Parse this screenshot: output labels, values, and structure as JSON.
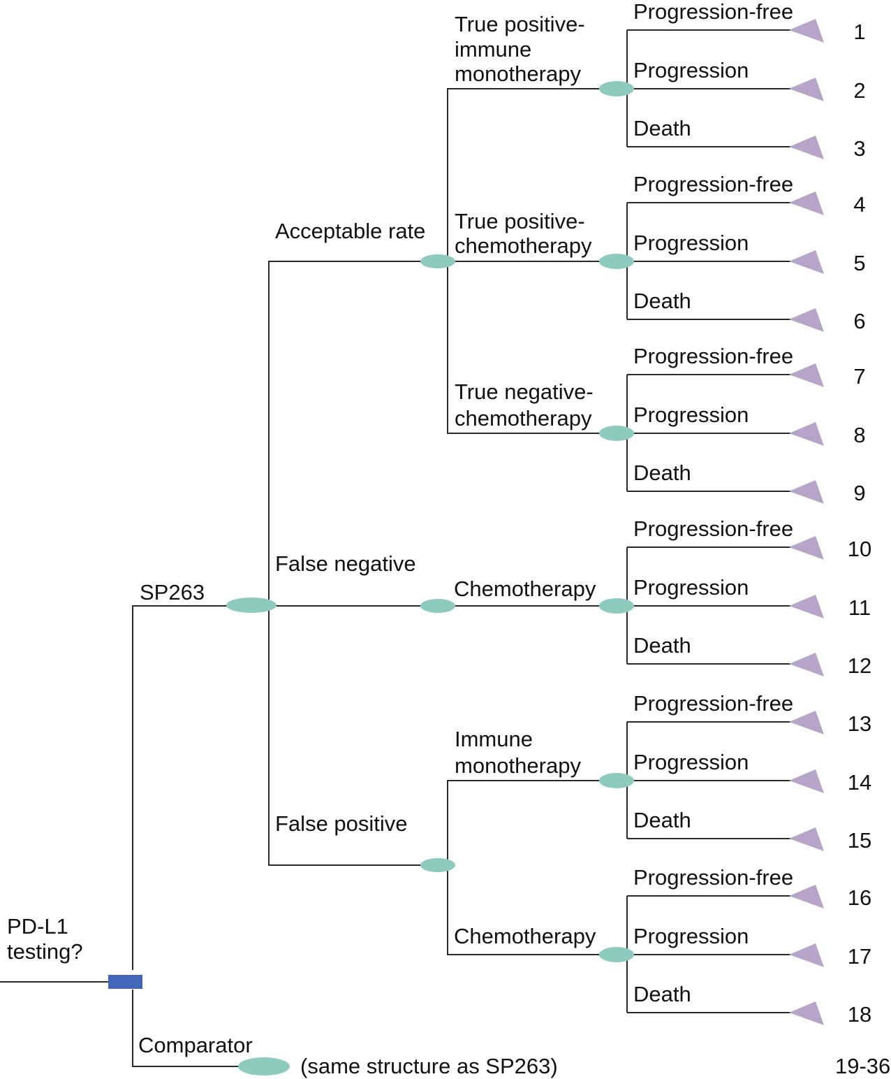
{
  "colors": {
    "line": "#2a2a2a",
    "decision": "#4466b8",
    "chance": "#8ecbbf",
    "terminal": "#b7a5c9",
    "text": "#111111"
  },
  "root": {
    "label_line1": "PD-L1",
    "label_line2": "testing?"
  },
  "strategies": {
    "sp263": "SP263",
    "comparator": "Comparator",
    "comparator_note": "(same structure as SP263)",
    "comparator_range": "19-36"
  },
  "test_results": {
    "acceptable": "Acceptable rate",
    "false_negative": "False negative",
    "false_positive": "False positive"
  },
  "treatments": {
    "tp_immune": [
      "True positive-",
      "immune",
      "monotherapy"
    ],
    "tp_chemo": [
      "True positive-",
      "chemotherapy"
    ],
    "tn_chemo": [
      "True negative-",
      "chemotherapy"
    ],
    "fn_chemo": [
      "Chemotherapy"
    ],
    "fp_immune": [
      "Immune",
      "monotherapy"
    ],
    "fp_chemo": [
      "Chemotherapy"
    ]
  },
  "outcomes": [
    "Progression-free",
    "Progression",
    "Death"
  ],
  "terminal_numbers": [
    "1",
    "2",
    "3",
    "4",
    "5",
    "6",
    "7",
    "8",
    "9",
    "10",
    "11",
    "12",
    "13",
    "14",
    "15",
    "16",
    "17",
    "18"
  ]
}
